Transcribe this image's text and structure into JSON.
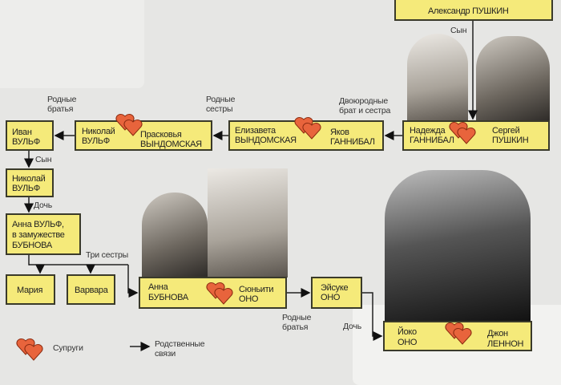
{
  "people": {
    "alexander_pushkin": "Александр ПУШКИН",
    "nadezhda": [
      "Надежда",
      "ГАННИБАЛ"
    ],
    "sergey": [
      "Сергей",
      "ПУШКИН"
    ],
    "elizaveta": [
      "Елизавета",
      "ВЫНДОМСКАЯ"
    ],
    "yakov": [
      "Яков",
      "ГАННИБАЛ"
    ],
    "nikolay_wulf": [
      "Николай",
      "ВУЛЬФ"
    ],
    "praskovya": [
      "Прасковья",
      "ВЫНДОМСКАЯ"
    ],
    "ivan": [
      "Иван",
      "ВУЛЬФ"
    ],
    "nikolay_wulf_son": [
      "Николай",
      "ВУЛЬФ"
    ],
    "anna_wulf": [
      "Анна ВУЛЬФ,",
      "в замужестве",
      "БУБНОВА"
    ],
    "maria": "Мария",
    "varvara": "Варвара",
    "anna_bubnova": [
      "Анна",
      "БУБНОВА"
    ],
    "shunichi": [
      "Сюньити",
      "ОНО"
    ],
    "eisuke": [
      "Эйсуке",
      "ОНО"
    ],
    "yoko": [
      "Йоко",
      "ОНО"
    ],
    "john": [
      "Джон",
      "ЛЕННОН"
    ]
  },
  "relations": {
    "son_top": "Сын",
    "cousins": [
      "Двоюродные",
      "брат и сестра"
    ],
    "sisters": [
      "Родные",
      "сестры"
    ],
    "brothers_top": [
      "Родные",
      "братья"
    ],
    "son_left": "Сын",
    "daughter_left": "Дочь",
    "three_sisters": "Три сестры",
    "brothers_bottom": [
      "Родные",
      "братья"
    ],
    "daughter_bottom": "Дочь"
  },
  "legend": {
    "spouses": "Супруги",
    "kinship": [
      "Родственные",
      "связи"
    ]
  },
  "colors": {
    "box": "#f5ea7a",
    "heart": "#e8643c"
  }
}
